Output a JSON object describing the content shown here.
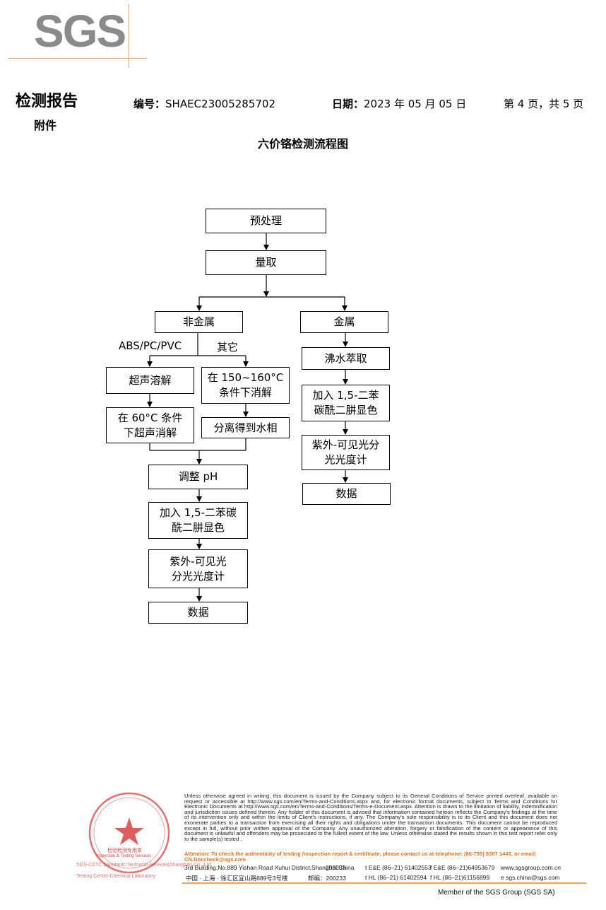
{
  "logo": {
    "text": "SGS",
    "color": "#8a8a8a",
    "accent": "#f0a050"
  },
  "header": {
    "title": "检测报告",
    "attachment": "附件",
    "number_label": "编号：",
    "number_value": "SHAEC23005285702",
    "date_label": "日期：",
    "date_value": "2023 年 05 月 05 日",
    "page_info": "第 4 页，共 5 页"
  },
  "flowchart": {
    "title": "六价铬检测流程图",
    "pretreat": "预处理",
    "measure": "量取",
    "nonmetal": "非金属",
    "metal": "金属",
    "label_abs": "ABS/PC/PVC",
    "label_other": "其它",
    "ultrasonic_dissolve": "超声溶解",
    "digest_150": "在 150~160°C 条件下消解",
    "ultrasonic_60": "在 60°C 条件下超声消解",
    "separate_aqueous": "分离得到水相",
    "adjust_ph": "调整 pH",
    "add_dpc_left": "加入 1,5-二苯碳酰二肼显色",
    "uv_vis_left": "紫外-可见光分光光度计",
    "data_left": "数据",
    "boiling_extract": "沸水萃取",
    "add_dpc_right": "加入 1,5-二苯碳酰二肼显色",
    "uv_vis_right": "紫外-可见光分光光度计",
    "data_right": "数据"
  },
  "footer": {
    "disclaimer": "Unless otherwise agreed in writing, this document is issued by the Company subject to its General Conditions of Service printed overleaf, available on request or accessible at http://www.sgs.com/en/Terms-and-Conditions.aspx and, for electronic format documents, subject to Terms and Conditions for Electronic Documents at http://www.sgs.com/en/Terms-and-Conditions/Terms-e-Document.aspx. Attention is drawn to the limitation of liability, indemnification and jurisdiction issues defined therein. Any holder of this document is advised that information contained hereon reflects the Company's findings at the time of its intervention only and within the limits of Client's instructions, if any. The Company's sole responsibility is to its Client and this document does not exonerate parties to a transaction from exercising all their rights and obligations under the transaction documents. This document cannot be reproduced except in full, without prior written approval of the Company. Any unauthorized alteration, forgery or falsification of the content or appearance of this document is unlawful and offenders may be prosecuted to the fullest extent of the law. Unless otherwise stated the results shown in this test report refer only to the sample(s) tested .",
    "attention": "Attention: To check the authenticity of testing /inspection report & certificate, please contact us at telephone: (86-755) 8307 1443, or email: CN.Doccheck@sgs.com",
    "address_en": "3rd Building,No.889 Yishan Road Xuhui District,Shanghai China",
    "postcode_en": "200233",
    "tel_en": "t E&E (86–21) 61402553",
    "fax_en": "f E&E (86–21)64953679",
    "web": "www.sgsgroup.com.cn",
    "address_cn": "中国 · 上海 · 徐汇区宜山路889号3号楼",
    "postcode_cn": "邮编：200233",
    "tel_cn": "t HL (86–21) 61402594",
    "fax_cn": "f HL (86–21)61156899",
    "email": "e sgs.china@sgs.com",
    "member": "Member of the SGS Group (SGS SA)",
    "stamp_cn": "检验检测专用章",
    "stamp_en": "Inspection & Testing Services",
    "stamp_org": "SGS-CSTC Standards Technical Services(Shanghai) Co., Ltd.",
    "stamp_center": "Testing Center-Chemical Laboratory",
    "stamp_color": "#d84040"
  }
}
